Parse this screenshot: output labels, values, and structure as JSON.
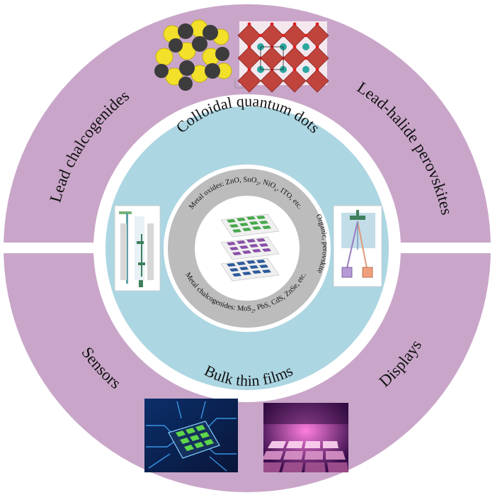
{
  "outer_ring": {
    "labels": {
      "top_left": "Lead chalcogenides",
      "top_right": "Lead-halide perovskites",
      "bottom_left": "Sensors",
      "bottom_right": "Displays"
    }
  },
  "middle_ring": {
    "top_label": "Colloidal quantum dots",
    "bottom_label": "Bulk thin films"
  },
  "inner_ring": {
    "metal_oxides": {
      "prefix": "Metal oxides: ZnO, SnO",
      "s1": "2",
      "a": ", NiO",
      "s2": "x",
      "b": ", ITO, etc."
    },
    "organic": "Organic, perovskite",
    "metal_chalcogenides": {
      "prefix": "Metal chalcogenides: MoS",
      "s1": "2",
      "rest": ", PbS, CdS, ZnSe, etc."
    }
  },
  "colors": {
    "outer_ring": "#c9a6c9",
    "middle_ring": "#acd6e2",
    "inner_ring": "#bcbcbc",
    "sulfur": "#f2e02a",
    "lead": "#3c3c3c",
    "octahedron": "#c0433c",
    "cation": "#2aa7a0",
    "layer_green": "#46a84b",
    "layer_purple": "#8a4fa8",
    "layer_blue": "#2c5a9a"
  }
}
